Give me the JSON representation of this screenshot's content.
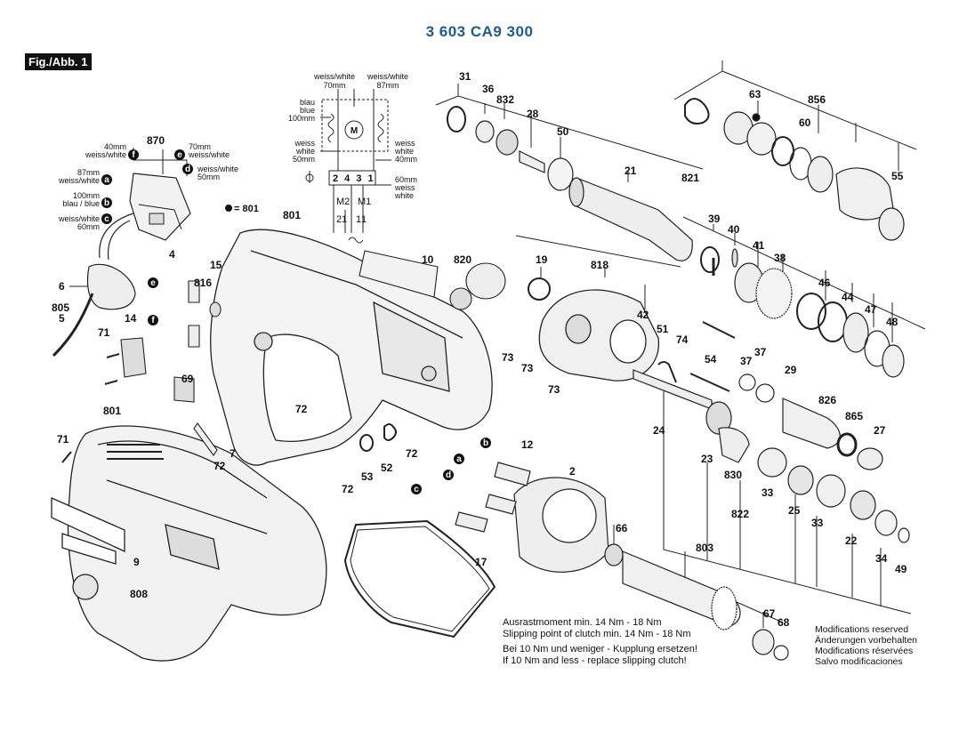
{
  "header": {
    "part_number": "3 603 CA9 300",
    "figure_label": "Fig./Abb. 1"
  },
  "wiring": {
    "top_left": [
      "weiss/white",
      "70mm"
    ],
    "top_right": [
      "weiss/white",
      "87mm"
    ],
    "left_upper": [
      "blau",
      "blue",
      "100mm"
    ],
    "left_lower": [
      "weiss",
      "white",
      "50mm"
    ],
    "right_upper": [
      "weiss",
      "white",
      "40mm"
    ],
    "right_lower": [
      "60mm",
      "weiss",
      "white"
    ],
    "terminals": "2 4 3 1",
    "motor_labels": [
      "M2",
      "M1"
    ],
    "bottom_labels": [
      "2",
      "1",
      "1",
      "1"
    ]
  },
  "switch_wires": {
    "left": [
      {
        "letter": "a",
        "lines": [
          "87mm",
          "weiss/white"
        ]
      },
      {
        "letter": "b",
        "lines": [
          "100mm",
          "blau / blue"
        ]
      },
      {
        "letter": "c",
        "lines": [
          "weiss/white",
          "60mm"
        ]
      }
    ],
    "left_top": {
      "letter": "f",
      "lines": [
        "40mm",
        "weiss/white"
      ]
    },
    "right": [
      {
        "letter": "e",
        "lines": [
          "70mm",
          "weiss/white"
        ]
      },
      {
        "letter": "d",
        "lines": [
          "weiss/white",
          "50mm"
        ]
      }
    ]
  },
  "legend_801": "= 801",
  "callouts": {
    "n870": "870",
    "n4": "4",
    "n6": "6",
    "n805": "805",
    "n5": "5",
    "n14": "14",
    "n71a": "71",
    "n15": "15",
    "n816": "816",
    "n69": "69",
    "n801a": "801",
    "n801b": "801",
    "n71b": "71",
    "n9": "9",
    "n808": "808",
    "n72a": "72",
    "n7": "7",
    "n72b": "72",
    "n53": "53",
    "n52": "52",
    "n72c": "72",
    "n72d": "72",
    "n10": "10",
    "n820": "820",
    "n17": "17",
    "n12": "12",
    "n2": "2",
    "n31": "31",
    "n36": "36",
    "n832": "832",
    "n28": "28",
    "n50": "50",
    "n21": "21",
    "n821": "821",
    "n63": "63",
    "n856": "856",
    "n60": "60",
    "n55": "55",
    "n19": "19",
    "n818": "818",
    "n42": "42",
    "n39": "39",
    "n40": "40",
    "n41": "41",
    "n38": "38",
    "n46": "46",
    "n44": "44",
    "n47": "47",
    "n48": "48",
    "n73a": "73",
    "n73b": "73",
    "n73c": "73",
    "n51": "51",
    "n74": "74",
    "n54": "54",
    "n37a": "37",
    "n37b": "37",
    "n29": "29",
    "n826": "826",
    "n865": "865",
    "n27": "27",
    "n24": "24",
    "n23": "23",
    "n830": "830",
    "n33a": "33",
    "n25": "25",
    "n33b": "33",
    "n22": "22",
    "n822": "822",
    "n34": "34",
    "n49": "49",
    "n66": "66",
    "n803": "803",
    "n67": "67",
    "n68": "68"
  },
  "letters": {
    "e": "e",
    "f": "f",
    "b": "b",
    "a": "a",
    "d": "d",
    "c": "c"
  },
  "notes": {
    "clutch": [
      "Ausrastmoment min. 14 Nm - 18 Nm",
      "Slipping point of clutch min. 14 Nm - 18 Nm",
      "Bei 10 Nm und weniger - Kupplung ersetzen!",
      "If 10 Nm and less - replace slipping clutch!"
    ],
    "modifications": [
      "Modifications reserved",
      "Änderungen vorbehalten",
      "Modifications réservées",
      "Salvo modificaciones"
    ]
  }
}
